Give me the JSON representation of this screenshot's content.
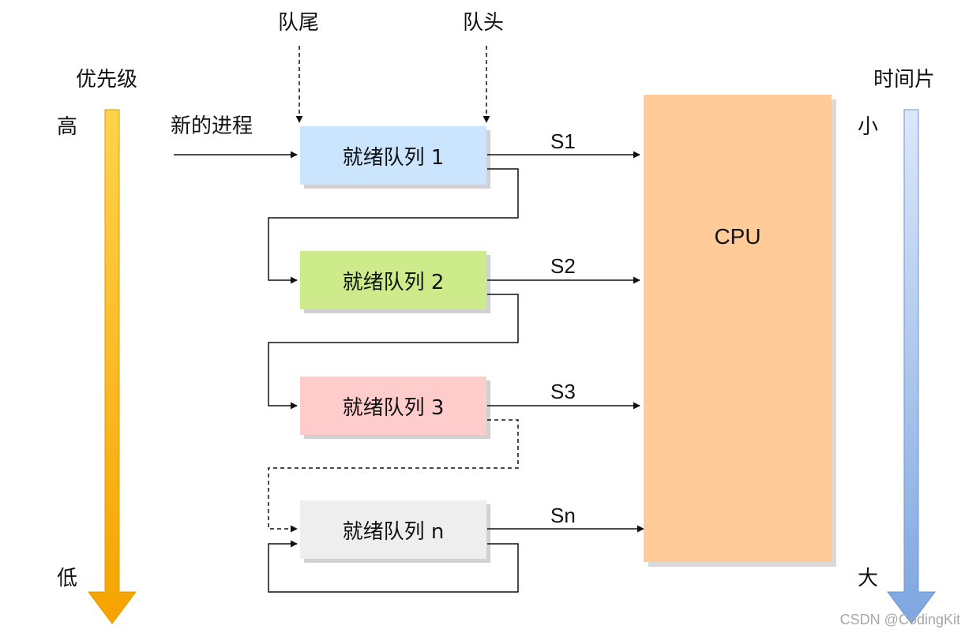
{
  "left_axis": {
    "title": "优先级",
    "top_label": "高",
    "bottom_label": "低",
    "color": "#f5b400"
  },
  "right_axis": {
    "title": "时间片",
    "top_label": "小",
    "bottom_label": "大",
    "color": "#7ea6e0"
  },
  "pointers": {
    "tail": "队尾",
    "head": "队头"
  },
  "new_process_label": "新的进程",
  "queues": [
    {
      "label": "就绪队列 1",
      "color": "#cce5ff",
      "slice": "S1"
    },
    {
      "label": "就绪队列 2",
      "color": "#cdeb8b",
      "slice": "S2"
    },
    {
      "label": "就绪队列 3",
      "color": "#ffcccc",
      "slice": "S3"
    },
    {
      "label": "就绪队列 n",
      "color": "#eeeeee",
      "slice": "Sn"
    }
  ],
  "cpu": {
    "label": "CPU",
    "color": "#ffcc99"
  },
  "watermark": "CSDN @CodingKit"
}
